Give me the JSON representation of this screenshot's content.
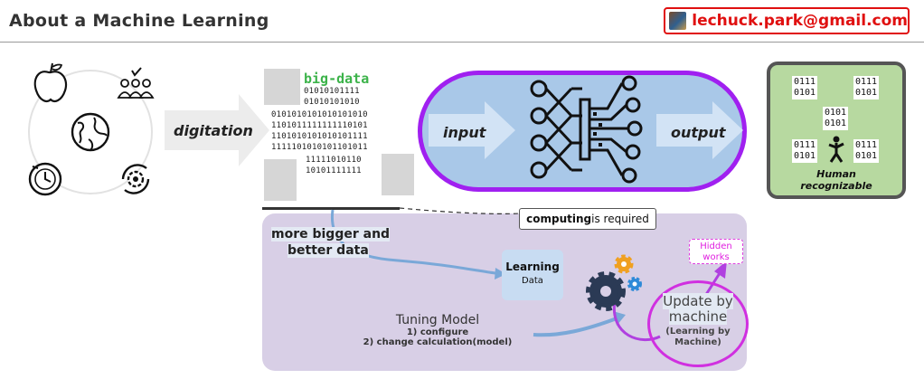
{
  "header": {
    "title": "About a Machine Learning",
    "email": "lechuck.park@gmail.com"
  },
  "flow": {
    "digitation": "digitation",
    "input": "input",
    "output": "output"
  },
  "data_block": {
    "label": "big-data",
    "rows": [
      "01010101111",
      "01010101010",
      "0101010101010101010",
      "1101011111111110101",
      "1101010101010101111",
      "1111101010101101011",
      "11111010110",
      "10101111111"
    ]
  },
  "result": {
    "binaries": [
      "0111",
      "0101",
      "0111",
      "0101",
      "0101",
      "0101",
      "0111",
      "0101",
      "0111",
      "0101"
    ],
    "caption_line1": "Human",
    "caption_line2": "recognizable"
  },
  "feedback": {
    "computing_bold": "computing",
    "computing_rest": " is required",
    "more_data_line1": "more bigger and",
    "more_data_line2": "better data",
    "learning_title": "Learning",
    "learning_sub": "Data",
    "tuning_title": "Tuning Model",
    "tuning_step1": "1) configure",
    "tuning_step2": "2) change calculation(model)",
    "hidden_line1": "Hidden",
    "hidden_line2": "works",
    "update_line1": "Update by",
    "update_line2": "machine",
    "update_sub1": "(Learning by",
    "update_sub2": "Machine)"
  },
  "colors": {
    "email_red": "#e01010",
    "pill_border": "#a020f0",
    "pill_fill": "#a9c8e8",
    "output_fill": "#b7d9a0",
    "panel_fill": "#d8cfe6",
    "bigdata_green": "#3cb34a",
    "hidden_magenta": "#e020e0"
  },
  "icons": [
    "apple-icon",
    "people-icon",
    "globe-icon",
    "clock-icon",
    "gear-cycle-icon",
    "neural-network-icon",
    "gears-icon",
    "person-icon"
  ]
}
